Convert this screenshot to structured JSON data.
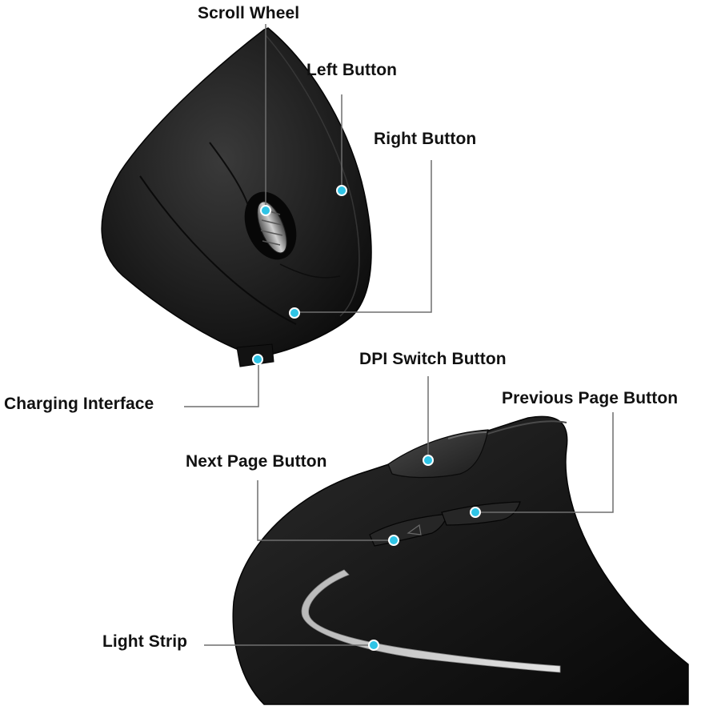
{
  "labels": {
    "scroll_wheel": "Scroll Wheel",
    "left_button": "Left Button",
    "right_button": "Right Button",
    "charging_interface": "Charging Interface",
    "dpi_switch_button": "DPI Switch Button",
    "previous_page_button": "Previous Page Button",
    "next_page_button": "Next Page Button",
    "light_strip": "Light Strip"
  },
  "colors": {
    "marker": "#2fc4e6",
    "leader_line": "#6f6f6f",
    "mouse_body": "#1a1a1a"
  }
}
